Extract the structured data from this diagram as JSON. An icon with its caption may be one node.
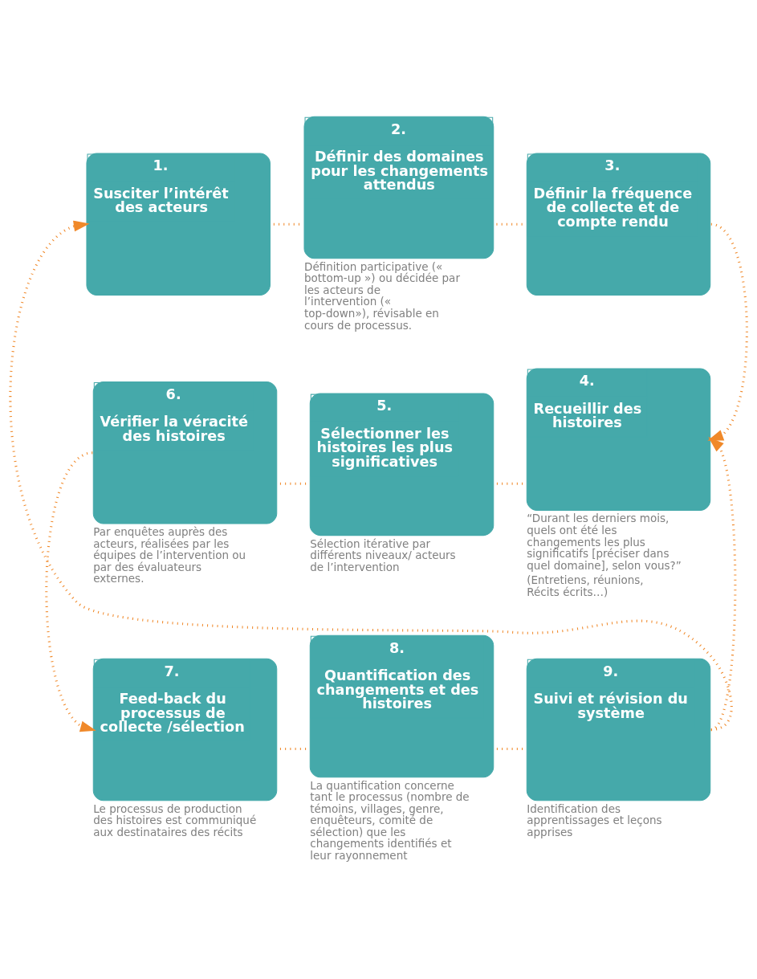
{
  "diagram": {
    "nodes": [
      {
        "text": [
          "1.",
          "Susciter l’intérêt des acteurs"
        ]
      },
      {
        "text": [
          "2.",
          "Définir des domaines pour les changements attendus"
        ],
        "beside": [
          "Définition participative (« bottom-up ») ou décidée par les acteurs de l’intervention (« top-down»), révisable en cours de processus."
        ]
      },
      {
        "text": [
          "3.",
          "Définir la fréquence de collecte et de compte rendu"
        ]
      },
      {
        "text": [
          "4.",
          "Recueillir des histoires"
        ],
        "beside": [
          "“Durant les derniers mois, quels ont été les changements les plus significatifs [préciser dans quel domaine], selon vous?”",
          "(Entretiens, réunions, Récits écrits…)"
        ]
      },
      {
        "text": [
          "5.",
          "Sélectionner les histoires les plus significatives"
        ],
        "beside": [
          "Sélection itérative par différents niveaux/ acteurs de l’intervention"
        ]
      },
      {
        "text": [
          "6.",
          "Vérifier la véracité des histoires"
        ],
        "beside": [
          "Par enquêtes auprès des acteurs, réalisées par les équipes de l’intervention ou par des évaluateurs externes."
        ]
      },
      {
        "text": [
          "7.",
          "Feed-back du processus de collecte /sélection"
        ],
        "beside": [
          "Le processus de production des histoires est communiqué aux destinataires des récits"
        ]
      },
      {
        "text": [
          "8.",
          "Quantification des changements et des histoires"
        ],
        "beside": [
          "La quantification concerne tant le processus (nombre de témoins, villages, genre, enquêteurs, comité de sélection) que les changements identifiés et leur rayonnement"
        ]
      },
      {
        "text": [
          "9.",
          "Suivi et révision du système"
        ],
        "beside": [
          "Identification des apprentissages et leçons apprises"
        ]
      }
    ],
    "edges": [
      {
        "from": 0,
        "to": 1,
        "arrow": "none"
      },
      {
        "from": 1,
        "to": 2,
        "arrow": "none"
      },
      {
        "from": 2,
        "to": 3,
        "arrow": "to"
      },
      {
        "from": 3,
        "to": 4,
        "arrow": "none"
      },
      {
        "from": 4,
        "to": 5,
        "arrow": "none"
      },
      {
        "from": 5,
        "to": 6,
        "arrow": "to"
      },
      {
        "from": 6,
        "to": 7,
        "arrow": "none"
      },
      {
        "from": 7,
        "to": 8,
        "arrow": "none"
      },
      {
        "from": 8,
        "to": 3,
        "arrow": "to"
      },
      {
        "from": 8,
        "to": 0,
        "arrow": "to"
      }
    ]
  }
}
